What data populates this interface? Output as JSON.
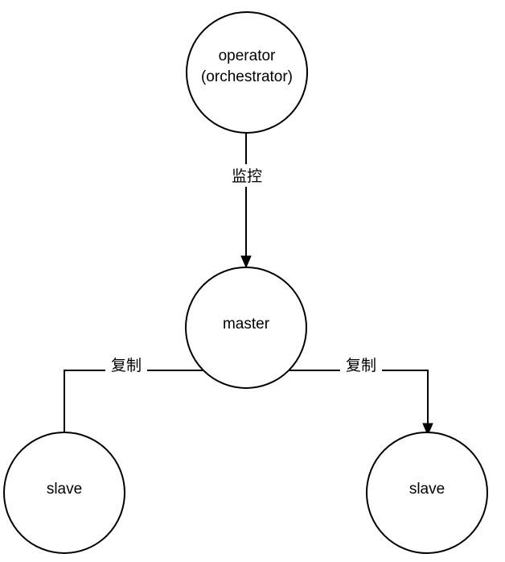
{
  "nodes": {
    "operator": {
      "line1": "operator",
      "line2": "(orchestrator)"
    },
    "master": {
      "label": "master"
    },
    "slave_left": {
      "label": "slave"
    },
    "slave_right": {
      "label": "slave"
    }
  },
  "edges": {
    "monitor": {
      "label": "监控"
    },
    "replicate_left": {
      "label": "复制"
    },
    "replicate_right": {
      "label": "复制"
    }
  }
}
